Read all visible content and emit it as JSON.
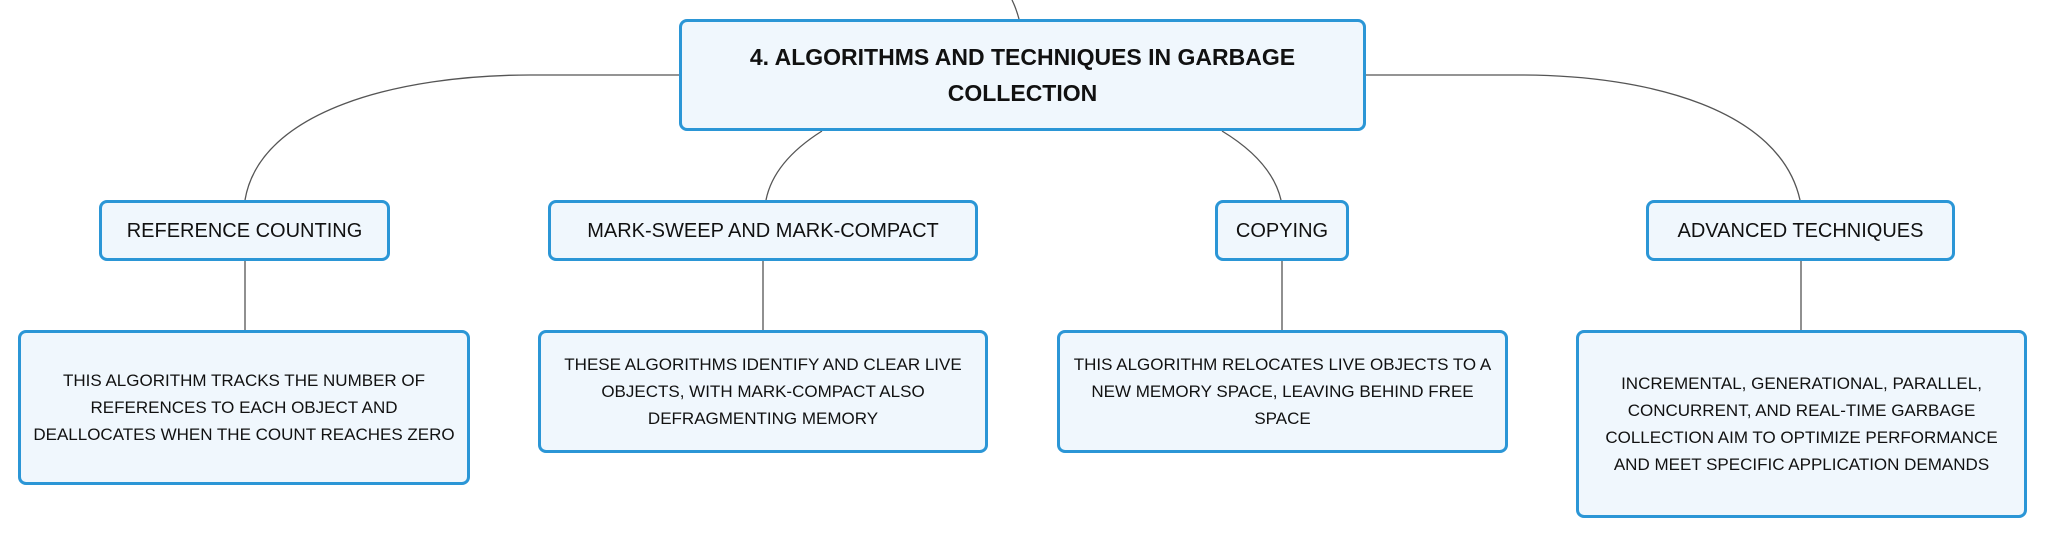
{
  "diagram": {
    "root": {
      "label": "4. ALGORITHMS AND TECHNIQUES IN GARBAGE COLLECTION"
    },
    "branches": [
      {
        "label": "REFERENCE COUNTING",
        "description": "THIS ALGORITHM TRACKS THE NUMBER OF REFERENCES TO EACH OBJECT AND DEALLOCATES WHEN THE COUNT REACHES ZERO"
      },
      {
        "label": "MARK-SWEEP AND MARK-COMPACT",
        "description": "THESE ALGORITHMS IDENTIFY AND CLEAR LIVE OBJECTS, WITH MARK-COMPACT ALSO DEFRAGMENTING MEMORY"
      },
      {
        "label": "COPYING",
        "description": "THIS ALGORITHM RELOCATES LIVE OBJECTS TO A NEW MEMORY SPACE, LEAVING BEHIND FREE SPACE"
      },
      {
        "label": "ADVANCED TECHNIQUES",
        "description": "INCREMENTAL, GENERATIONAL, PARALLEL, CONCURRENT, AND REAL-TIME GARBAGE COLLECTION AIM TO OPTIMIZE PERFORMANCE AND MEET SPECIFIC APPLICATION DEMANDS"
      }
    ]
  },
  "colors": {
    "node_border": "#2b96d6",
    "node_fill": "#f0f7fd",
    "connector": "#555555",
    "text": "#111111"
  }
}
